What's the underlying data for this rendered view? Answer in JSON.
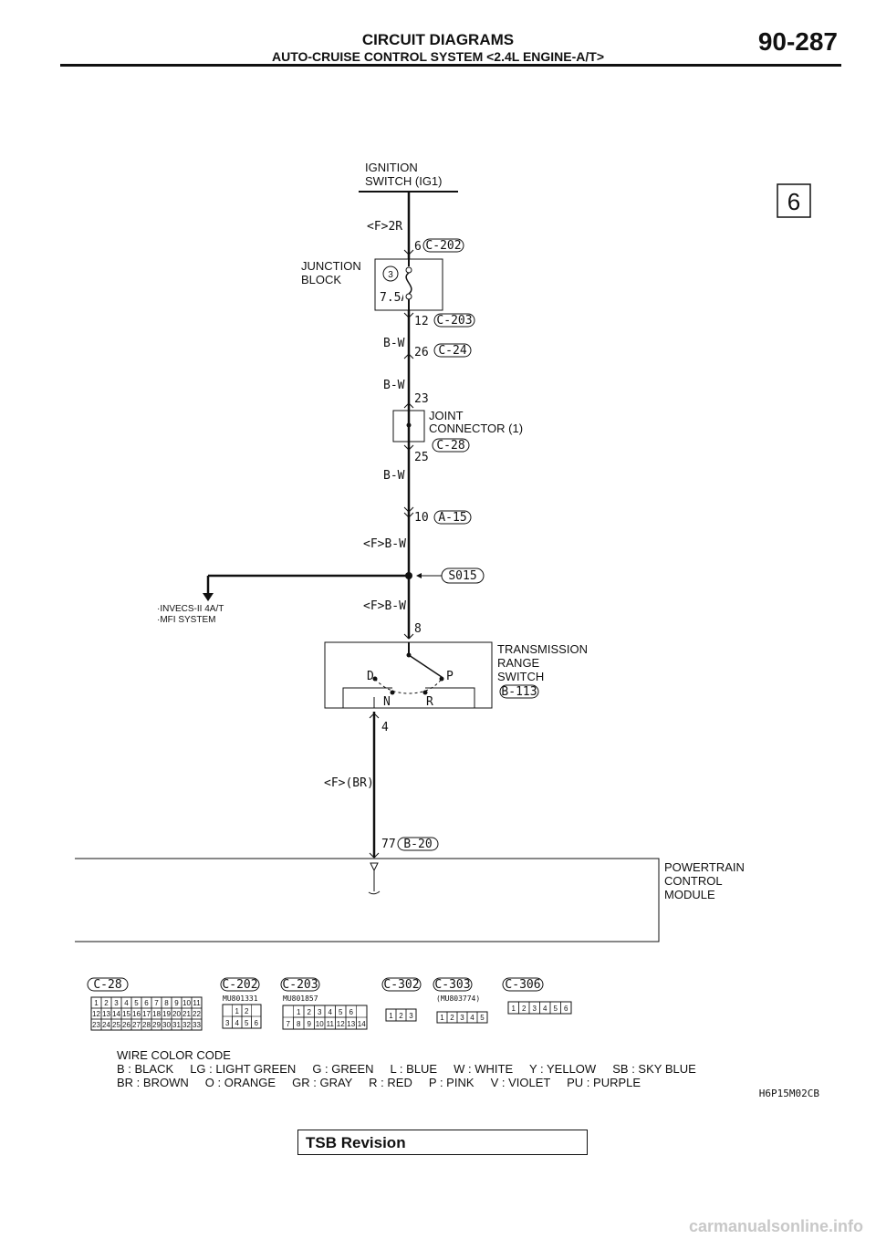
{
  "header": {
    "section_title": "CIRCUIT DIAGRAMS",
    "subsection_title": "AUTO-CRUISE CONTROL SYSTEM <2.4L ENGINE-A/T>",
    "page_number": "90-287"
  },
  "sheet_tab": "6",
  "components": {
    "ignition_switch": [
      "IGNITION",
      "SWITCH (IG1)"
    ],
    "junction_block": [
      "JUNCTION",
      "BLOCK"
    ],
    "fuse_number": "3",
    "fuse_rating": "7.5A",
    "joint_connector": [
      "JOINT",
      "CONNECTOR (1)"
    ],
    "transmission_switch": [
      "TRANSMISSION",
      "RANGE",
      "SWITCH"
    ],
    "pcm": [
      "POWERTRAIN",
      "CONTROL",
      "MODULE"
    ],
    "branch_note": [
      "·INVECS-II 4A/T",
      "·MFI SYSTEM"
    ],
    "splice": "S015"
  },
  "wires": {
    "w1": "<F>2R",
    "w2": "B-W",
    "w3": "B-W",
    "w4": "B-W",
    "w5": "<F>B-W",
    "w6": "<F>B-W",
    "w7": "<F>(BR)"
  },
  "terminals": {
    "t_6": "6",
    "t_12": "12",
    "t_26": "26",
    "t_23": "23",
    "t_25": "25",
    "t_10": "10",
    "t_8": "8",
    "t_4": "4",
    "t_77": "77"
  },
  "connectors": {
    "c202": "C-202",
    "c203": "C-203",
    "c24": "C-24",
    "c28": "C-28",
    "a15": "A-15",
    "b113": "B-113",
    "b20": "B-20"
  },
  "switch_positions": {
    "d": "D",
    "p": "P",
    "n": "N",
    "r": "R"
  },
  "connector_views": [
    {
      "label": "C-28",
      "part": "",
      "rows": [
        [
          "1",
          "2",
          "3",
          "4",
          "5",
          "6",
          "7",
          "8",
          "9",
          "10",
          "11"
        ],
        [
          "12",
          "13",
          "14",
          "15",
          "16",
          "17",
          "18",
          "19",
          "20",
          "21",
          "22"
        ],
        [
          "23",
          "24",
          "25",
          "26",
          "27",
          "28",
          "29",
          "30",
          "31",
          "32",
          "33"
        ]
      ]
    },
    {
      "label": "C-202",
      "part": "MU801331",
      "rows": [
        [
          "1",
          "2"
        ],
        [
          "3",
          "4",
          "5",
          "6"
        ]
      ]
    },
    {
      "label": "C-203",
      "part": "MU801857",
      "rows": [
        [
          "1",
          "2",
          "3",
          "4",
          "5",
          "6"
        ],
        [
          "7",
          "8",
          "9",
          "10",
          "11",
          "12",
          "13",
          "14"
        ]
      ]
    },
    {
      "label": "C-302",
      "part": "",
      "rows": [
        [
          "1",
          "2",
          "3"
        ]
      ]
    },
    {
      "label": "C-303",
      "part": "(MU803774)",
      "rows": [
        [
          "1",
          "2",
          "3",
          "4",
          "5"
        ]
      ]
    },
    {
      "label": "C-306",
      "part": "",
      "rows": [
        [
          "1",
          "2",
          "3",
          "4",
          "5",
          "6"
        ]
      ]
    }
  ],
  "wire_color_code": {
    "title": "WIRE COLOR CODE",
    "line1": "B : BLACK     LG : LIGHT GREEN     G : GREEN     L : BLUE     W : WHITE     Y : YELLOW     SB : SKY BLUE",
    "line2": "BR : BROWN     O : ORANGE     GR : GRAY     R : RED     P : PINK     V : VIOLET     PU : PURPLE"
  },
  "diagram_id": "H6P15M02CB",
  "tsb_label": "TSB Revision",
  "watermark": "carmanualsonline.info"
}
